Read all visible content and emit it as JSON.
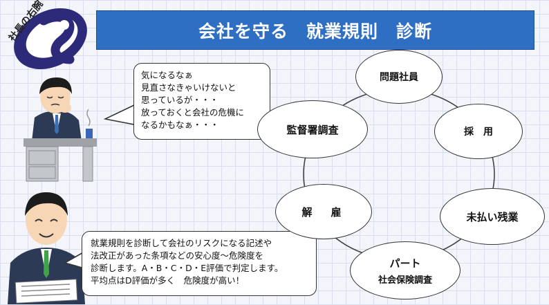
{
  "logo": {
    "text": "社長の右腕"
  },
  "banner": {
    "title": "会社を守る　就業規則　診断"
  },
  "bubble_top": {
    "lines": [
      "気になるなぁ",
      "見直さなきゃいけないと",
      "思っているが・・・",
      "放っておくと会社の危機に",
      "なるかもなぁ・・・"
    ]
  },
  "bubble_bottom": {
    "lines": [
      "就業規則を診断して会社のリスクになる記述や",
      "法改正があった条項などの安心度～危険度を",
      "診断します。A・B・C・D・E評価で判定します。",
      "平均点はD評価が多く　危険度が高い！"
    ]
  },
  "cycle": {
    "items": [
      {
        "label": "問題社員"
      },
      {
        "label": "採　用"
      },
      {
        "label": "未払い残業"
      },
      {
        "label": "パート",
        "sub": "社会保険調査"
      },
      {
        "label": "解　雇"
      },
      {
        "label": "監督署調査"
      }
    ]
  },
  "colors": {
    "banner": "#2f6fc3",
    "logo_swirl": "#2e2a7a",
    "suit": "#2c3a55",
    "tie": "#3fa34a"
  }
}
